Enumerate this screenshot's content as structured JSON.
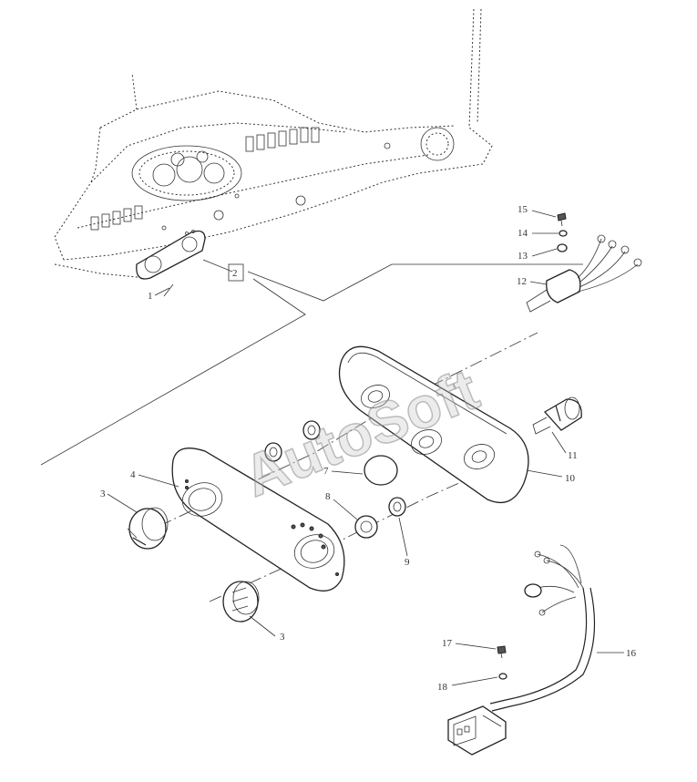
{
  "watermark": "AutoSoft",
  "colors": {
    "line": "#222222",
    "background": "#ffffff",
    "watermark": "#c8c8c8"
  },
  "callouts": [
    "1",
    "2",
    "3",
    "3",
    "4",
    "7",
    "8",
    "9",
    "10",
    "11",
    "12",
    "13",
    "14",
    "15",
    "16",
    "17",
    "18"
  ]
}
